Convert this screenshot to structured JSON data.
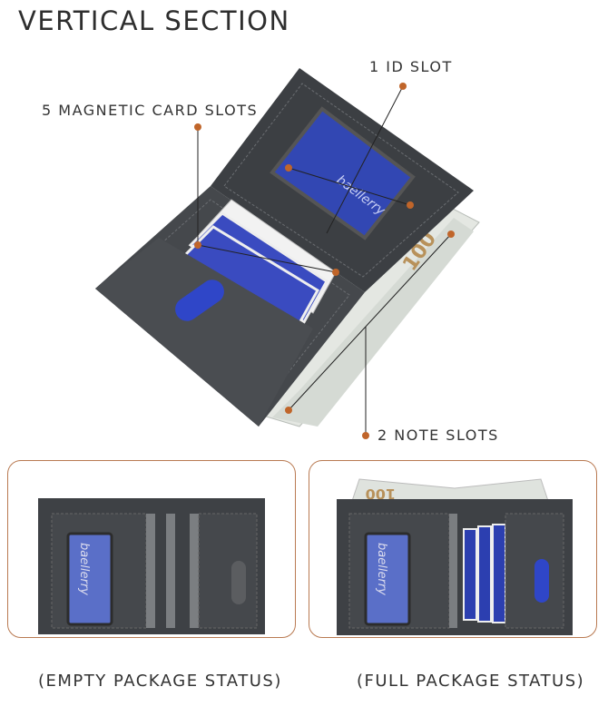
{
  "title": "VERTICAL SECTION",
  "callouts": {
    "id_slot": "1 ID SLOT",
    "card_slots": "5 MAGNETIC CARD SLOTS",
    "note_slots": "2 NOTE SLOTS"
  },
  "brand": "baellerry",
  "banknote_value": "100",
  "panels": {
    "empty_caption": "(EMPTY PACKAGE STATUS)",
    "full_caption": "(FULL PACKAGE STATUS)"
  },
  "colors": {
    "accent": "#c0652a",
    "panel_border": "#b97a52",
    "leather": "#3f4246",
    "card_blue": "#2c3fb0"
  }
}
